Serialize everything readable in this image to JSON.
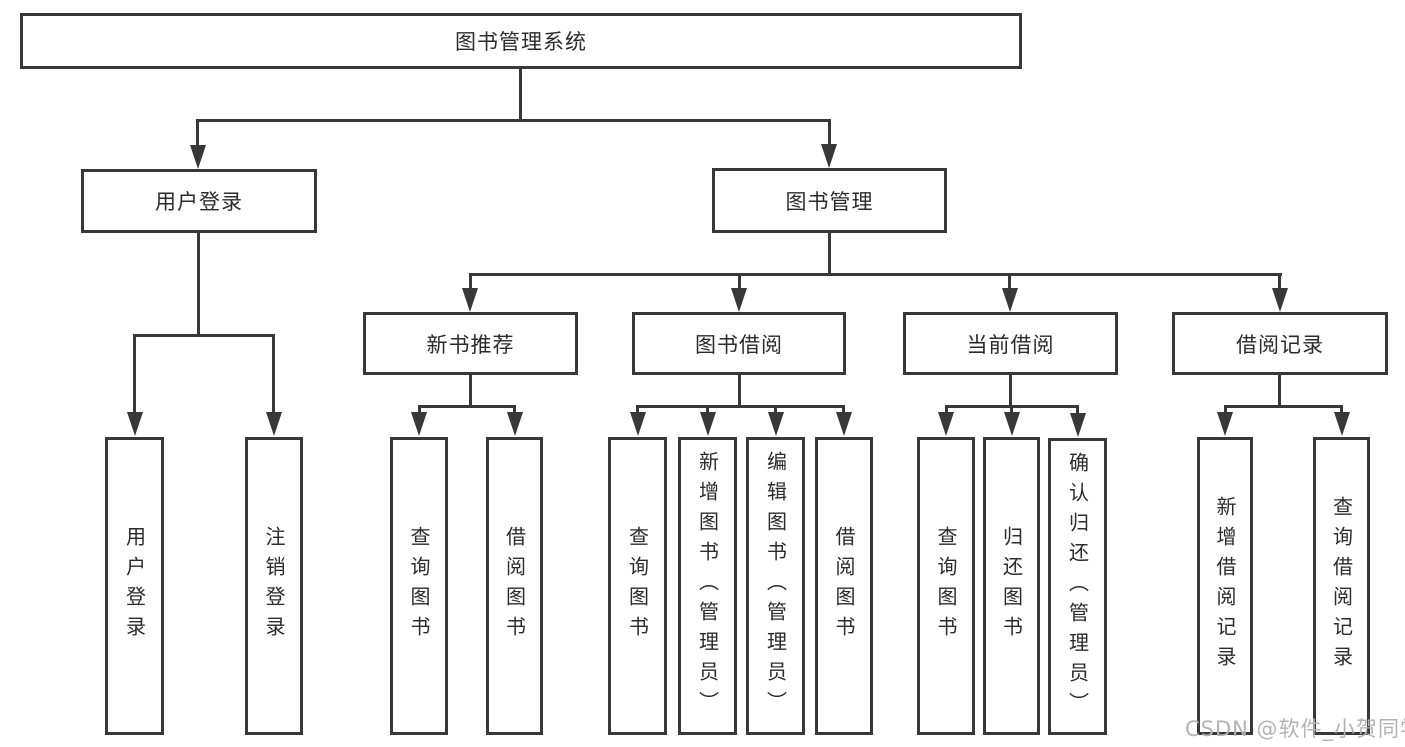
{
  "diagram": {
    "title_node": "图书管理系统",
    "root": {
      "label": "图书管理系统"
    },
    "branches": [
      {
        "label": "用户登录",
        "children": [
          "用户登录",
          "注销登录"
        ]
      },
      {
        "label": "图书管理",
        "sections": [
          {
            "label": "新书推荐",
            "children": [
              "查询图书",
              "借阅图书"
            ]
          },
          {
            "label": "图书借阅",
            "children": [
              "查询图书",
              "新增图书（管理员）",
              "编辑图书（管理员）",
              "借阅图书"
            ]
          },
          {
            "label": "当前借阅",
            "children": [
              "查询图书",
              "归还图书",
              "确认归还（管理员）"
            ]
          },
          {
            "label": "借阅记录",
            "children": [
              "新增借阅记录",
              "查询借阅记录"
            ]
          }
        ]
      }
    ],
    "watermark": "CSDN @软件_小贺同学",
    "colors": {
      "line": "#383838",
      "text": "#2b2b2b",
      "watermark": "#b3b3b3",
      "background": "#ffffff"
    }
  }
}
